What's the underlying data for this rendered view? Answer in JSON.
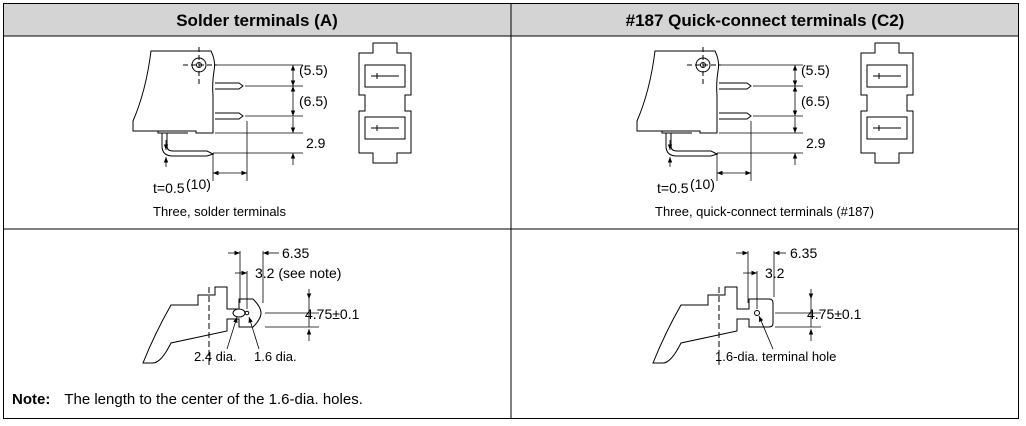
{
  "table": {
    "headers": [
      "Solder terminals (A)",
      "#187 Quick-connect terminals (C2)"
    ]
  },
  "left_top": {
    "dim_top": "(5.5)",
    "dim_mid": "(6.5)",
    "dim_low": "2.9",
    "dim_width": "(10)",
    "thickness": "t=0.5",
    "caption": "Three, solder terminals"
  },
  "right_top": {
    "dim_top": "(5.5)",
    "dim_mid": "(6.5)",
    "dim_low": "2.9",
    "dim_width": "(10)",
    "thickness": "t=0.5",
    "caption": "Three, quick-connect terminals (#187)"
  },
  "left_bottom": {
    "dim_a": "6.35",
    "dim_b": "3.2 (see note)",
    "dim_c": "4.75±0.1",
    "hole_large": "2.4 dia.",
    "hole_small": "1.6 dia.",
    "note_label": "Note:",
    "note_text": "The length to the center of the 1.6-dia. holes."
  },
  "right_bottom": {
    "dim_a": "6.35",
    "dim_b": "3.2",
    "dim_c": "4.75±0.1",
    "hole": "1.6-dia. terminal hole"
  }
}
